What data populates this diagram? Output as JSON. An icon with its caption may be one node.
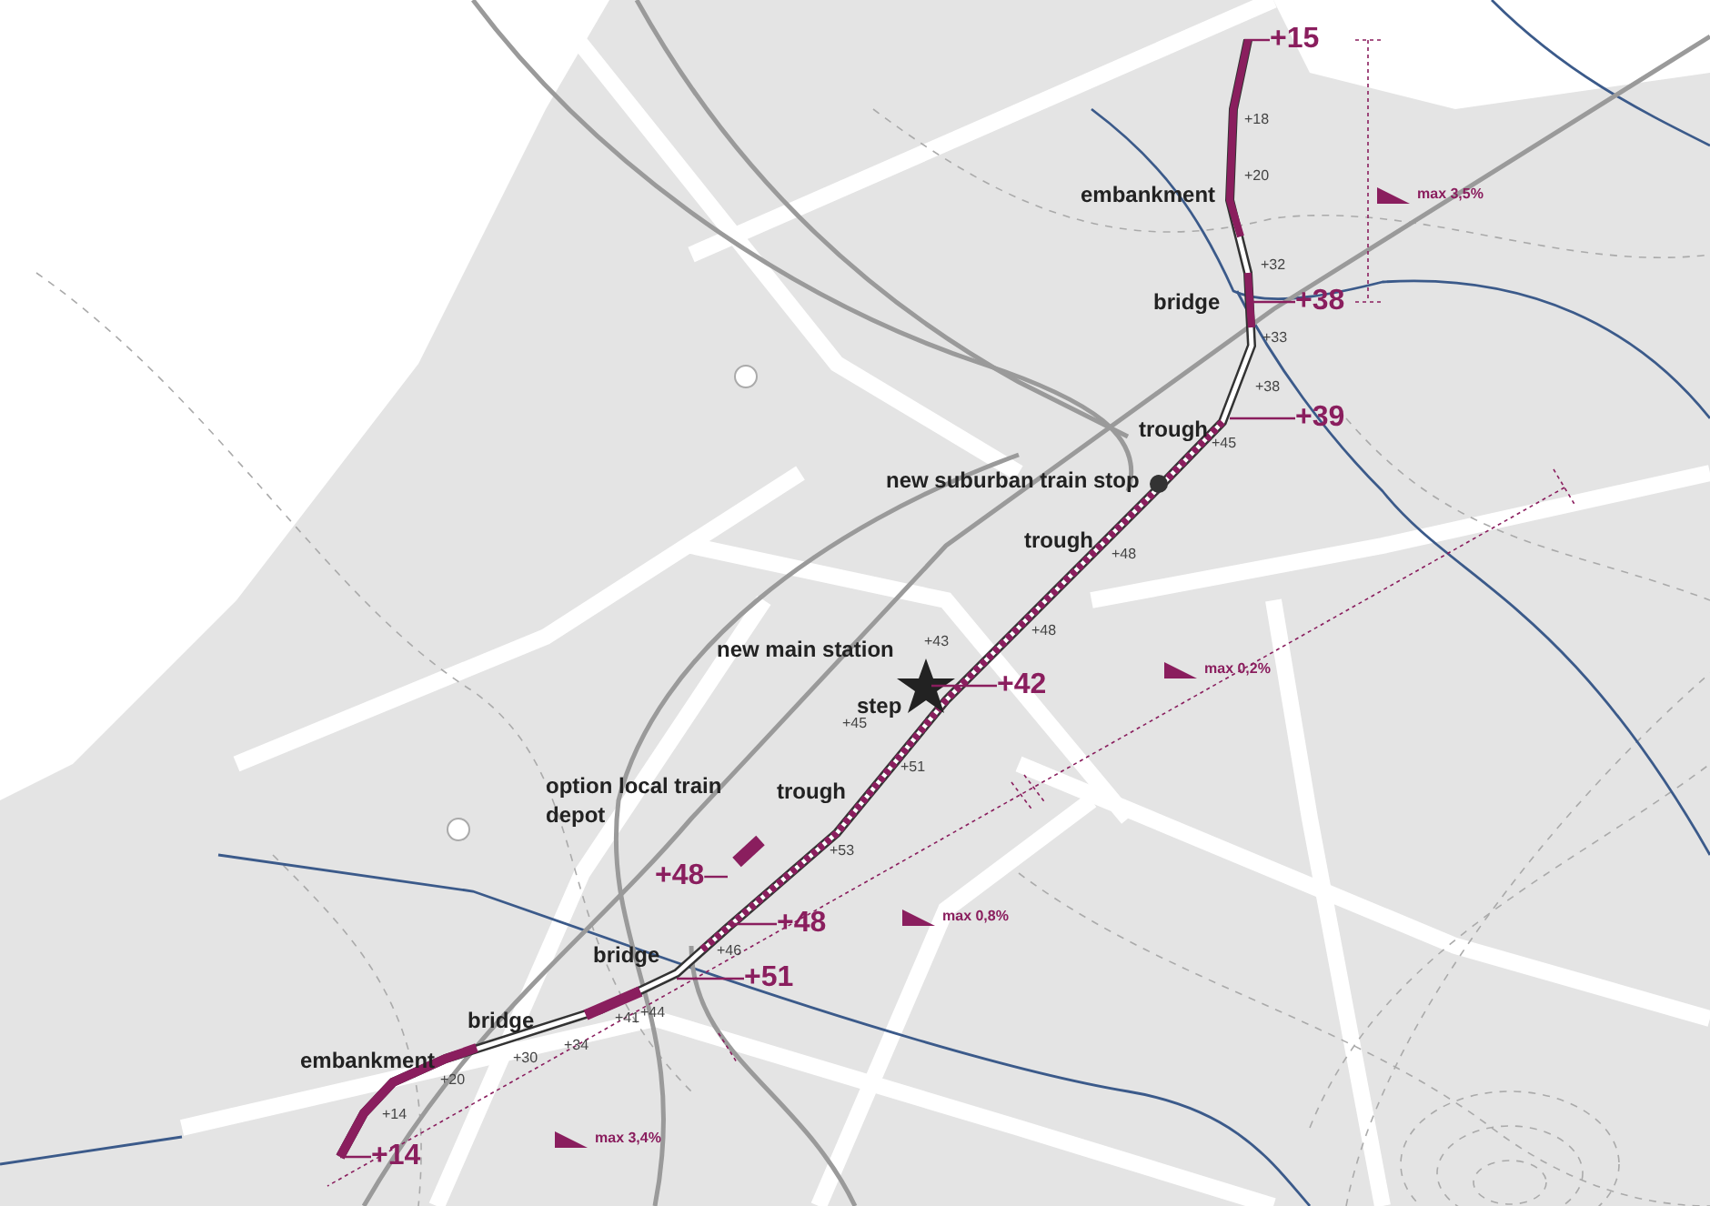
{
  "diagram": {
    "nodes": [
      {
        "text": [
          "+15"
        ]
      },
      {
        "text": [
          "+38"
        ]
      },
      {
        "text": [
          "+39"
        ]
      },
      {
        "text": [
          "+42"
        ]
      },
      {
        "text": [
          "+48"
        ]
      },
      {
        "text": [
          "+48"
        ]
      },
      {
        "text": [
          "+51"
        ]
      },
      {
        "text": [
          "+14"
        ]
      }
    ],
    "edges": [
      {
        "from": 0,
        "to": null,
        "arrow": "none"
      },
      {
        "from": 1,
        "to": null,
        "arrow": "none"
      },
      {
        "from": 2,
        "to": null,
        "arrow": "none"
      },
      {
        "from": 3,
        "to": null,
        "arrow": "none"
      },
      {
        "from": 4,
        "to": null,
        "arrow": "none"
      },
      {
        "from": 5,
        "to": null,
        "arrow": "none"
      },
      {
        "from": 6,
        "to": null,
        "arrow": "none"
      },
      {
        "from": 7,
        "to": null,
        "arrow": "none"
      }
    ],
    "labels": [
      "embankment",
      "+18",
      "+20",
      "max 3,5%",
      "+32",
      "bridge",
      "+33",
      "+38",
      "trough",
      "+45",
      "new suburban train stop",
      "trough",
      "+48",
      "+43",
      "+48",
      "new main station",
      "max 0,2%",
      "step",
      "+45",
      "+51",
      "trough",
      "option local train depot",
      "+53",
      "max 0,8%",
      "+46",
      "bridge",
      "+44",
      "bridge",
      "+41",
      "+34",
      "+30",
      "embankment",
      "+20",
      "+14",
      "max 3,4%"
    ]
  }
}
